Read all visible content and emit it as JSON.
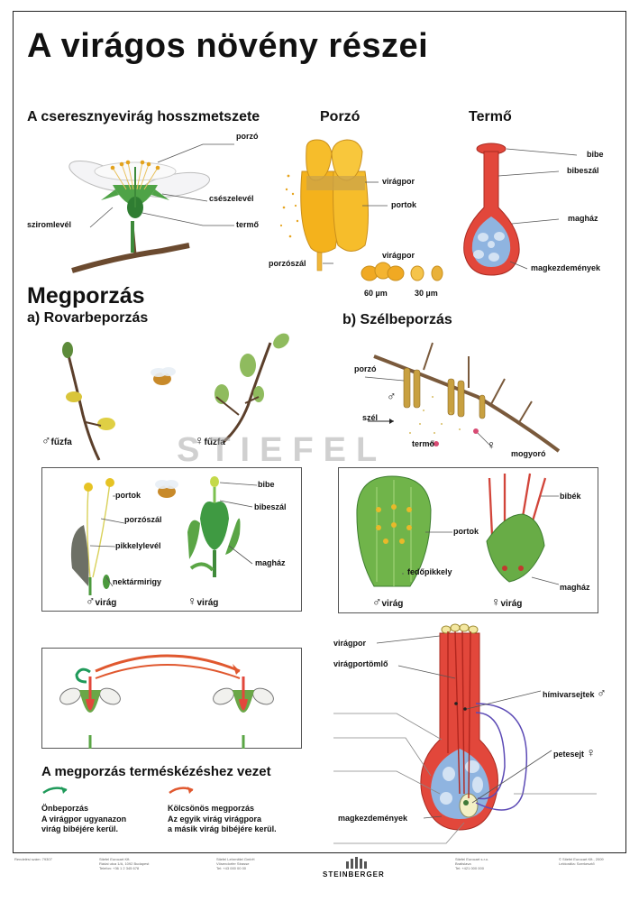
{
  "title": "A virágos növény részei",
  "sections": {
    "cherry": "A cseresznyevirág hosszmetszete",
    "stamen": "Porzó",
    "pistil": "Termő",
    "pollination": "Megporzás",
    "insect": "a) Rovarbeporzás",
    "wind": "b) Szélbeporzás",
    "result": "A megporzás terméskézéshez vezet"
  },
  "labels": {
    "porzo": "porzó",
    "csészelevel": "csészelevél",
    "sziromlevel": "sziromlevél",
    "termo": "termő",
    "viragpor": "virágpor",
    "portok": "portok",
    "porzoszal": "porzószál",
    "viragpor2": "virágpor",
    "size60": "60 µm",
    "size30": "30 µm",
    "bibe": "bibe",
    "bibeszal": "bibeszál",
    "maghaz": "magház",
    "magkezdemenyek": "magkezdemények",
    "fuzfa_m": "fűzfa",
    "fuzfa_f": "fűzfa",
    "wind_porzo": "porzó",
    "szel": "szél",
    "wind_termo": "termő",
    "mogyoro": "mogyoró",
    "ins_portok": "portok",
    "ins_porzoszal": "porzószál",
    "pikkelylevel": "pikkelylevél",
    "nektarmirigy": "nektármirigy",
    "ins_virag_m": "virág",
    "ins_bibe": "bibe",
    "ins_bibeszal": "bibeszál",
    "ins_maghaz": "magház",
    "ins_virag_f": "virág",
    "wind_portok": "portok",
    "fedopikkely": "fedőpikkely",
    "wind_virag_m": "virág",
    "bibek": "bibék",
    "wind_maghaz": "magház",
    "wind_virag_f": "virág",
    "pt_viragpor": "virágpor",
    "pt_viragportomlo": "virágportömlő",
    "himivarsejtek": "hímivarsejtek",
    "petesejt": "petesejt",
    "pt_magkezdemenyek": "magkezdemények"
  },
  "symbols": {
    "male": "♂",
    "female": "♀"
  },
  "watermark": "STIEFEL",
  "legend": {
    "self_title": "Önbeporzás",
    "self_text": "A virágpor ugyanazon\nvirág bibéjére kerül.",
    "cross_title": "Kölcsönös megporzás",
    "cross_text": "Az egyik virág virágpora\na másik virág bibéjére kerül."
  },
  "footer": {
    "code": "Rendelési szám: 79307",
    "col1": "Stiefel Eurocart Kft.\nRádai utca 1/A, 1092 Budapest\nTelefon: +36 1 2 345 678",
    "col2": "Stiefel Lehrmittel GmbH\nVösendorfer Strasse\nTel: +43 000 00 00",
    "brand": "STEINBERGER",
    "col3": "Stiefel Eurocart s.r.o.\nBratislava\nTel: +421 000 000",
    "col4": "© Stiefel Eurocart Kft., 2009\nLektorálta: Szerkesztő"
  },
  "colors": {
    "pistil_red": "#e2473b",
    "ovule_blue": "#8fb4e0",
    "anther_yellow": "#f3b21c",
    "leaf_green": "#5aa545",
    "self_arrow": "#1f9a5a",
    "cross_arrow": "#e0582f"
  }
}
